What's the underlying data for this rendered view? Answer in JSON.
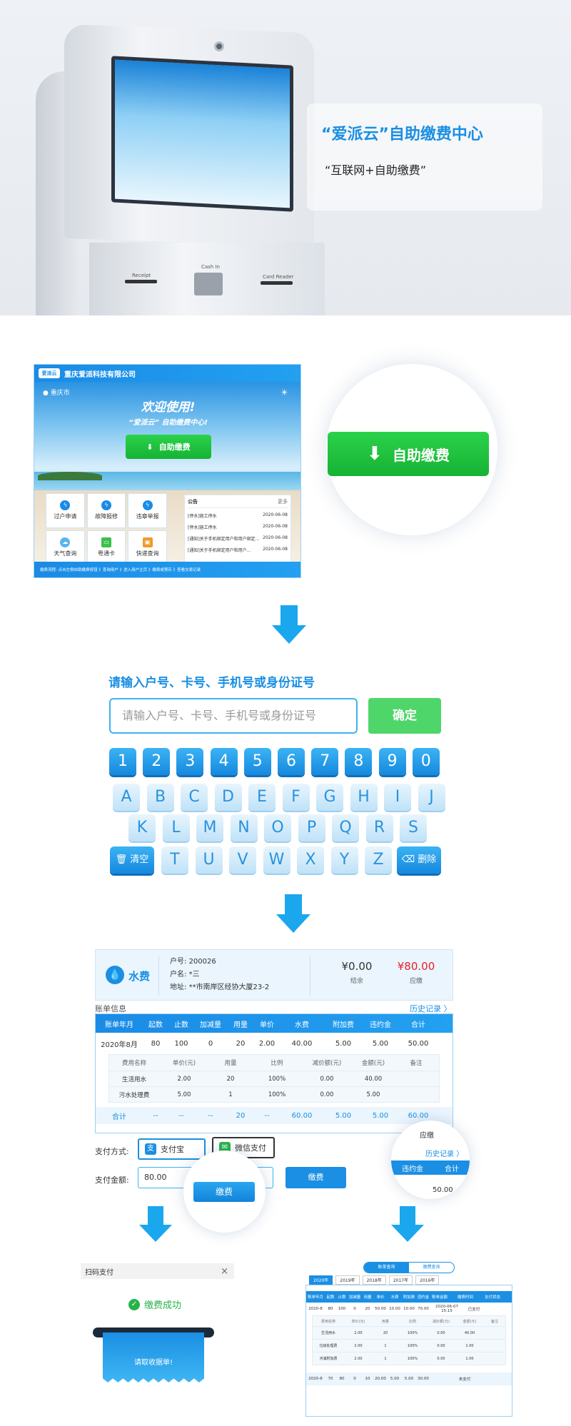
{
  "hero": {
    "title": "“爱派云”自助缴费中心",
    "subtitle": "“互联网+自助缴费”",
    "kiosk_labels": {
      "receipt": "Receipt",
      "cash_in": "Cash In",
      "card_reader": "Card Reader"
    }
  },
  "screen": {
    "company": "重庆爱派科技有限公司",
    "logo_text": "爱派云",
    "city": "重庆市",
    "welcome": "欢迎使用!",
    "welcome_sub": "“爱派云” 自助缴费中心!",
    "pay_button": "自助缴费",
    "tiles": [
      {
        "icon": "bolt-icon",
        "label": "过户申请"
      },
      {
        "icon": "bolt-icon",
        "label": "故障报修"
      },
      {
        "icon": "bolt-icon",
        "label": "违章举报"
      },
      {
        "icon": "cloud-icon",
        "label": "天气查询"
      },
      {
        "icon": "card-icon",
        "label": "粤通卡"
      },
      {
        "icon": "box-icon",
        "label": "快递查询"
      }
    ],
    "notice_title": "公告",
    "notice_more": "更多",
    "notices": [
      {
        "text": "[停水]施工停水",
        "date": "2020-06-08"
      },
      {
        "text": "[停水]施工停水",
        "date": "2020-06-08"
      },
      {
        "text": "[通知]关于手机绑定用户和用户绑定...",
        "date": "2020-06-08"
      },
      {
        "text": "[通知]关于手机绑定用户和用户...",
        "date": "2020-06-08"
      }
    ],
    "footer": "缴费流程: 点击左侧自助缴费按钮 》查询用户 》进入用户主页 》缴费或预存 》查看交易记录"
  },
  "zoom_button": "自助缴费",
  "keypad": {
    "title": "请输入户号、卡号、手机号或身份证号",
    "placeholder": "请输入户号、卡号、手机号或身份证号",
    "ok": "确定",
    "numbers": [
      "1",
      "2",
      "3",
      "4",
      "5",
      "6",
      "7",
      "8",
      "9",
      "0"
    ],
    "row1": [
      "A",
      "B",
      "C",
      "D",
      "E",
      "F",
      "G",
      "H",
      "I",
      "J"
    ],
    "row2": [
      "K",
      "L",
      "M",
      "N",
      "O",
      "P",
      "Q",
      "R",
      "S"
    ],
    "row3": [
      "T",
      "U",
      "V",
      "W",
      "X",
      "Y",
      "Z"
    ],
    "clear": "清空",
    "delete": "删除"
  },
  "bill": {
    "type": "水费",
    "account_label": "户号:",
    "account": "200026",
    "name_label": "户名:",
    "name": "*三",
    "addr_label": "地址:",
    "addr": "**市南岸区经协大厦23-2",
    "balance": "¥0.00",
    "balance_label": "结余",
    "due": "¥80.00",
    "due_label": "应缴",
    "section": "账单信息",
    "history": "历史记录 〉",
    "columns": [
      "账单年月",
      "起数",
      "止数",
      "加减量",
      "用量",
      "单价",
      "水费",
      "附加费",
      "违约金",
      "合计"
    ],
    "row": [
      "2020年8月",
      "80",
      "100",
      "0",
      "20",
      "2.00",
      "40.00",
      "5.00",
      "5.00",
      "50.00"
    ],
    "sub_columns": [
      "费用名称",
      "单价(元)",
      "用量",
      "比例",
      "减价额(元)",
      "金额(元)",
      "备注"
    ],
    "sub_rows": [
      [
        "生活用水",
        "2.00",
        "20",
        "100%",
        "0.00",
        "40.00",
        ""
      ],
      [
        "污水处理费",
        "5.00",
        "1",
        "100%",
        "0.00",
        "5.00",
        ""
      ]
    ],
    "total": [
      "合计",
      "--",
      "--",
      "--",
      "20",
      "--",
      "60.00",
      "5.00",
      "5.00",
      "60.00"
    ],
    "pay_method_label": "支付方式:",
    "alipay": "支付宝",
    "wechat": "微信支付",
    "amount_label": "支付金额:",
    "amount": "80.00",
    "pay_btn": "缴费",
    "lens_due": "应缴",
    "lens_history": "历史记录 〉",
    "lens_late": "违约金",
    "lens_total": "合计",
    "lens_value": "50.00"
  },
  "scan": {
    "title": "扫码支付",
    "close": "×",
    "success": "缴费成功",
    "receipt": "请取收据单!"
  },
  "hist": {
    "tabs": [
      "账单查询",
      "缴费查询"
    ],
    "years": [
      "2020年",
      "2019年",
      "2018年",
      "2017年",
      "2016年"
    ],
    "columns": [
      "账单年月",
      "起数",
      "止数",
      "加减量",
      "用量",
      "单价",
      "水费",
      "附加费",
      "违约金",
      "账单金额",
      "缴费时间",
      "支付状态"
    ],
    "row1": [
      "2020-8",
      "80",
      "100",
      "0",
      "20",
      "50.00",
      "10.00",
      "10.00",
      "70.00",
      "2020-06-07 15:15",
      "已支付"
    ],
    "sub_columns": [
      "费用名称",
      "单价(元)",
      "用量",
      "比例",
      "减价额(元)",
      "金额(元)",
      "备注"
    ],
    "sub_rows": [
      [
        "生活用水",
        "2.00",
        "20",
        "100%",
        "0.00",
        "40.00"
      ],
      [
        "垃圾处理费",
        "2.00",
        "1",
        "100%",
        "0.00",
        "1.00"
      ],
      [
        "河涌附加费",
        "2.00",
        "1",
        "100%",
        "0.00",
        "1.00"
      ]
    ],
    "row2": [
      "2020-8",
      "70",
      "80",
      "0",
      "10",
      "20.00",
      "5.00",
      "5.00",
      "30.00",
      "未支付"
    ]
  }
}
